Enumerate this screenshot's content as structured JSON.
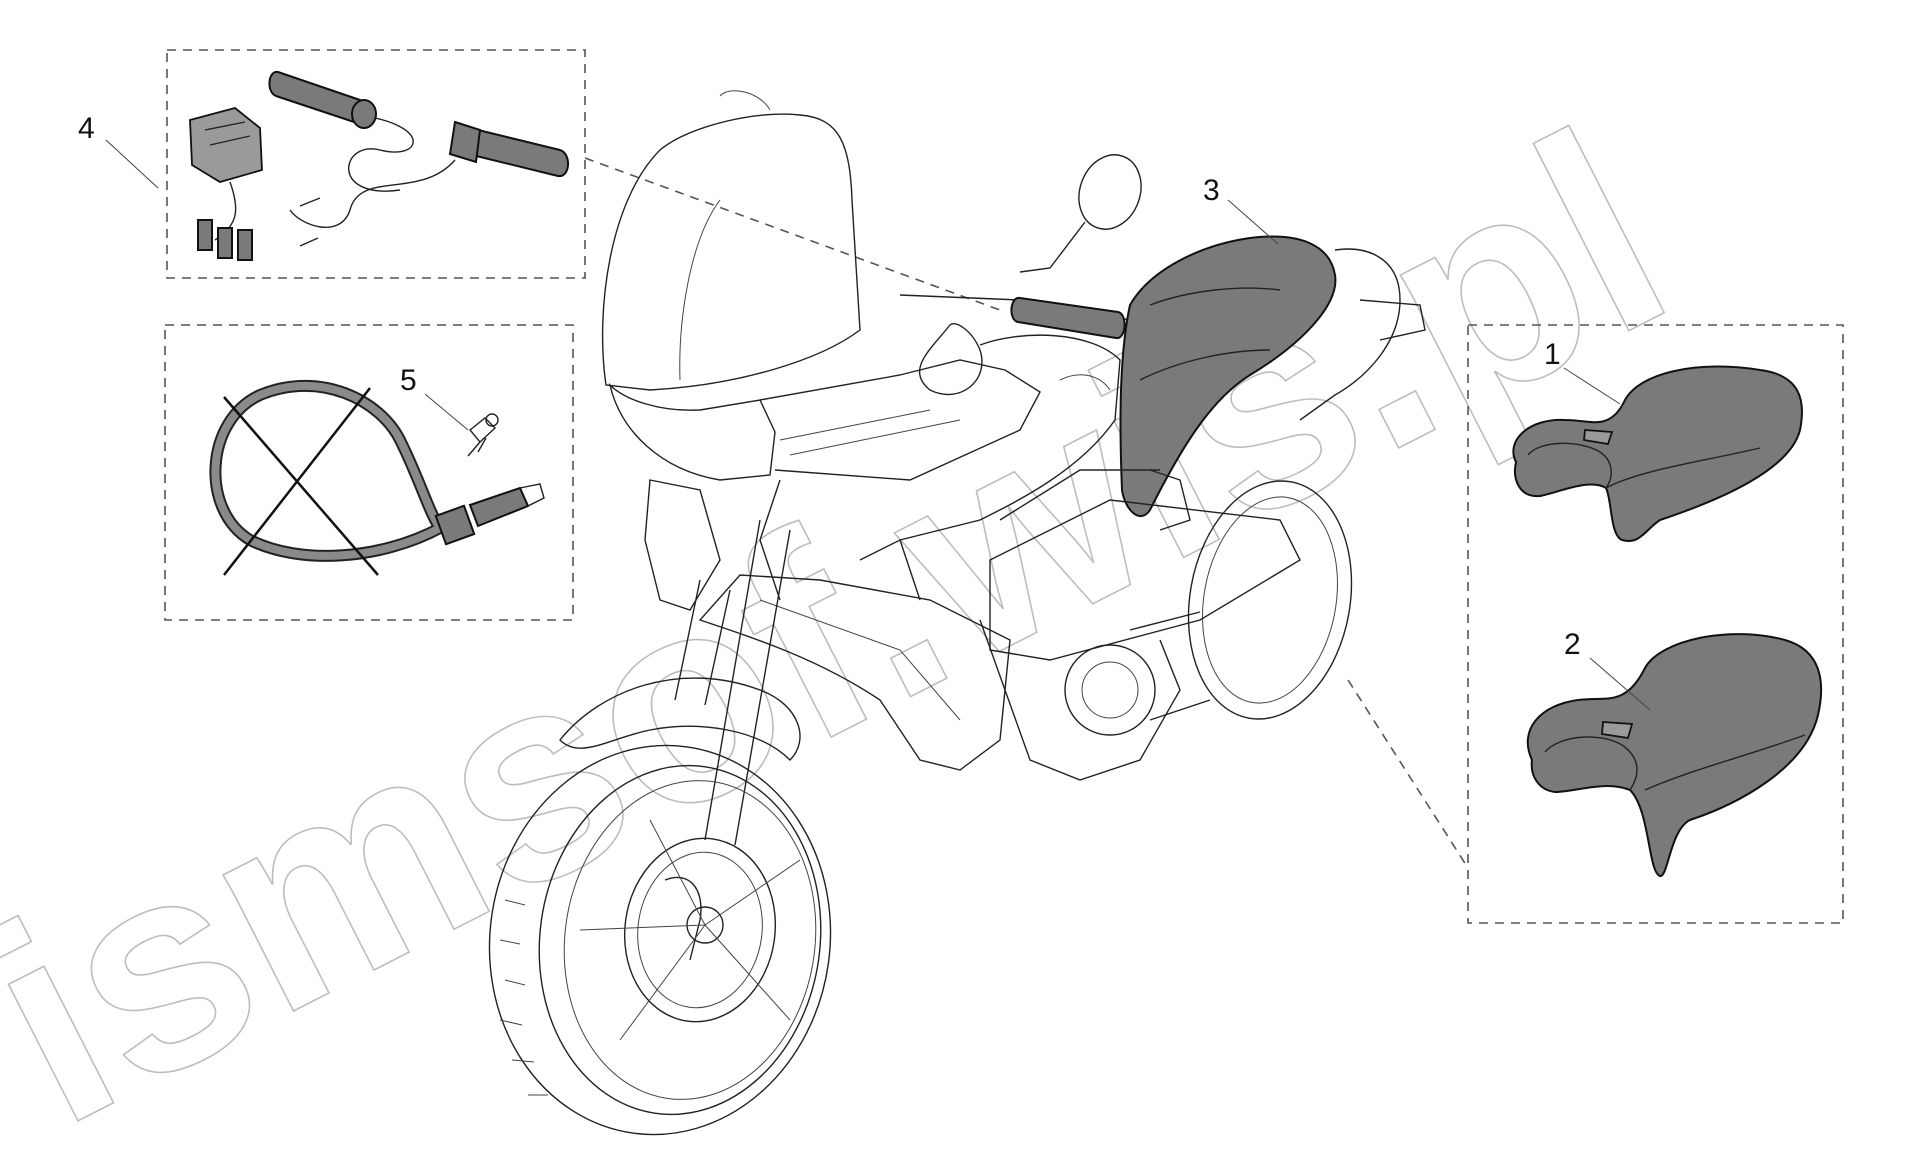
{
  "callouts": {
    "c1": "1",
    "c2": "2",
    "c3": "3",
    "c4": "4",
    "c5": "5"
  },
  "watermark": "ismsof.wis.pl",
  "colors": {
    "part_fill": "#7a7a7a",
    "line": "#222222",
    "watermark": "#bdbdbd",
    "background": "#ffffff"
  }
}
